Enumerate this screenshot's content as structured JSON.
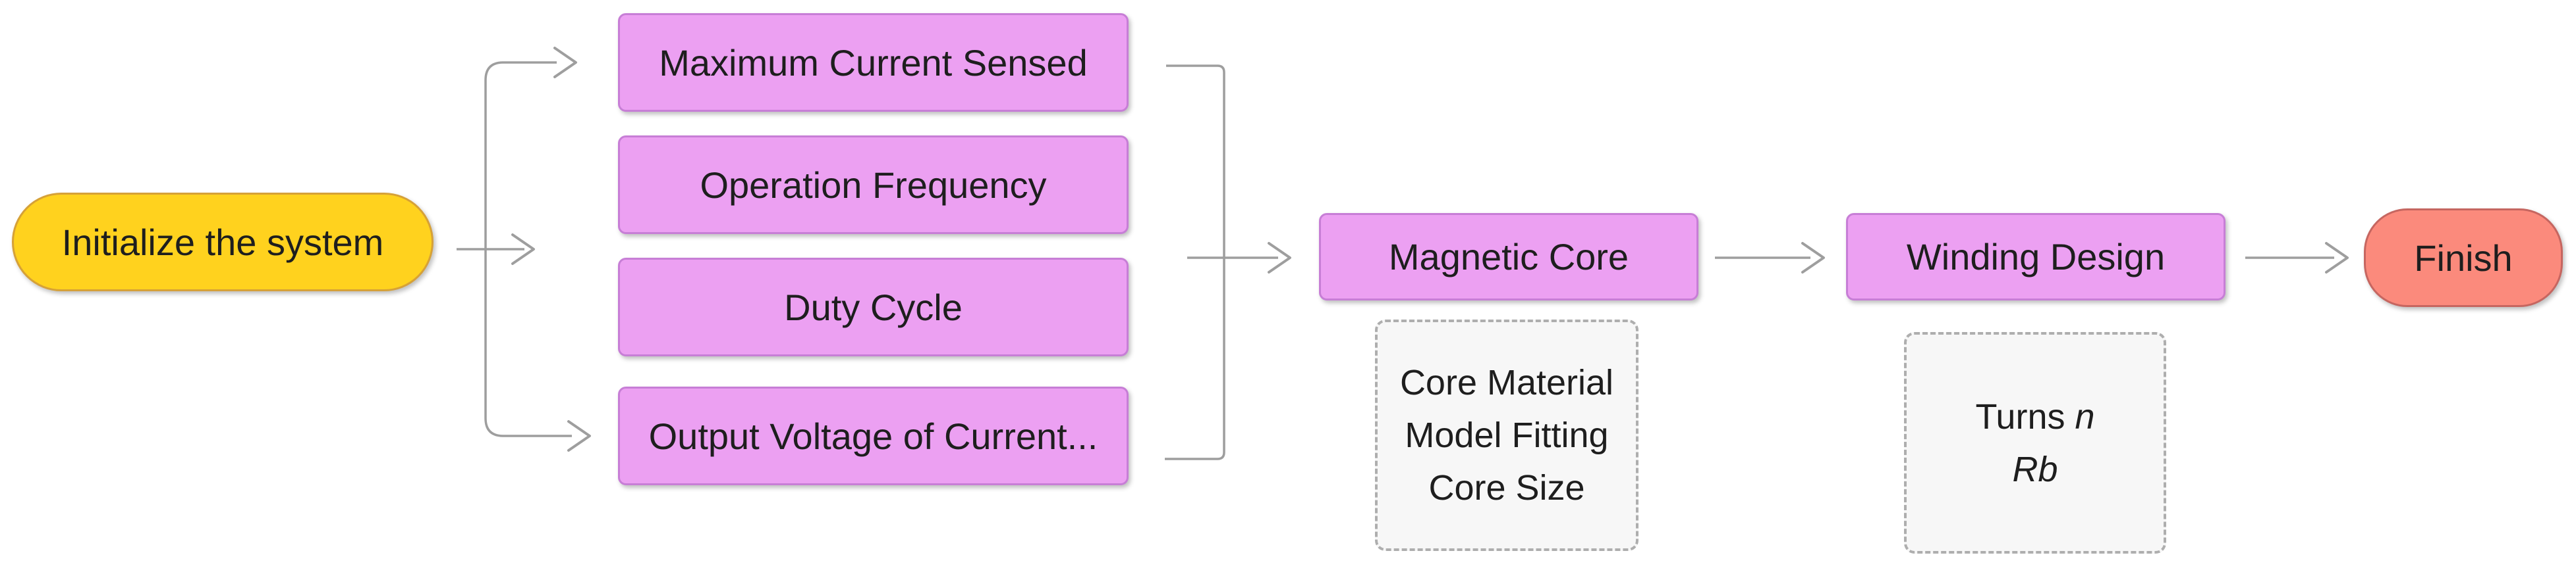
{
  "diagram": {
    "nodes": {
      "start": {
        "label": "Initialize the system"
      },
      "inputs": [
        {
          "label": "Maximum Current Sensed"
        },
        {
          "label": "Operation Frequency"
        },
        {
          "label": "Duty Cycle"
        },
        {
          "label": "Output Voltage of Current..."
        }
      ],
      "magnetic_core": {
        "label": "Magnetic Core"
      },
      "winding_design": {
        "label": "Winding Design"
      },
      "finish": {
        "label": "Finish"
      }
    },
    "panels": {
      "core_details": {
        "lines": [
          "Core Material",
          "Model Fitting",
          "Core Size"
        ]
      },
      "winding_details": {
        "line1_prefix": "Turns ",
        "line1_italic": "n",
        "line2_italic": "Rb"
      }
    },
    "colors": {
      "background": "#FFFFFF",
      "start_fill": "#FFD21E",
      "start_border": "#D6A137",
      "process_fill": "#ECA0F2",
      "process_border": "#C77ED6",
      "finish_fill": "#FB8A7C",
      "finish_border": "#C66660",
      "panel_fill": "#F7F7F7",
      "panel_border": "#AEAEAE",
      "edge": "#9E9E9E",
      "text": "#1E1E1E"
    }
  }
}
